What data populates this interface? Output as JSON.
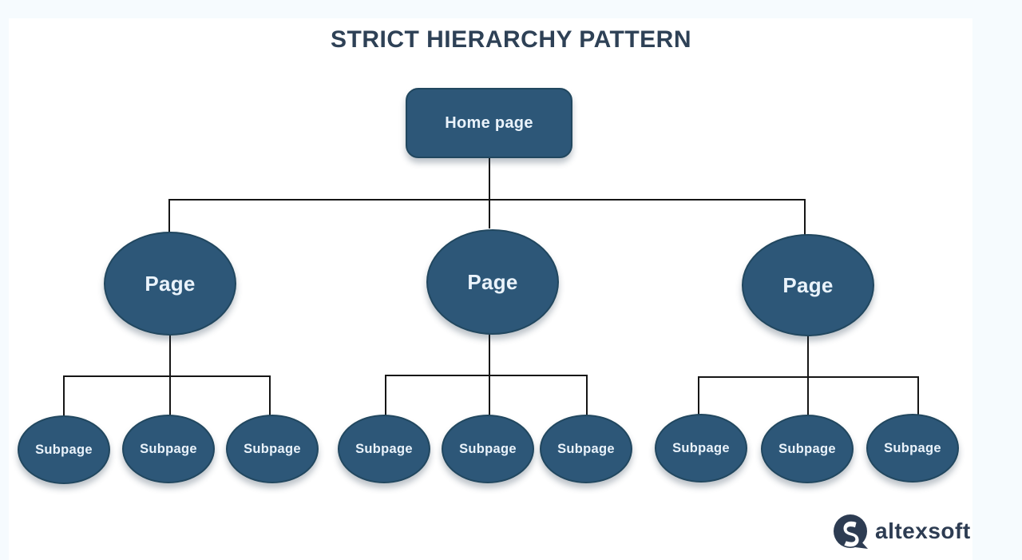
{
  "diagram": {
    "title": "STRICT HIERARCHY PATTERN",
    "root": {
      "label": "Home page"
    },
    "pages": [
      {
        "label": "Page",
        "subpages": [
          "Subpage",
          "Subpage",
          "Subpage"
        ]
      },
      {
        "label": "Page",
        "subpages": [
          "Subpage",
          "Subpage",
          "Subpage"
        ]
      },
      {
        "label": "Page",
        "subpages": [
          "Subpage",
          "Subpage",
          "Subpage"
        ]
      }
    ]
  },
  "branding": {
    "logo_text": "altexsoft",
    "logo_mark_icon": "altexsoft-a-with-s-glyph"
  },
  "colors": {
    "node_fill": "#2d5778",
    "node_border": "#21475f",
    "node_text": "#eaf3fb",
    "connector_line": "#161616",
    "title_text": "#2e4156",
    "logo_navy": "#2d3c52",
    "page_background": "#f6fbfe",
    "canvas_background": "#ffffff"
  }
}
